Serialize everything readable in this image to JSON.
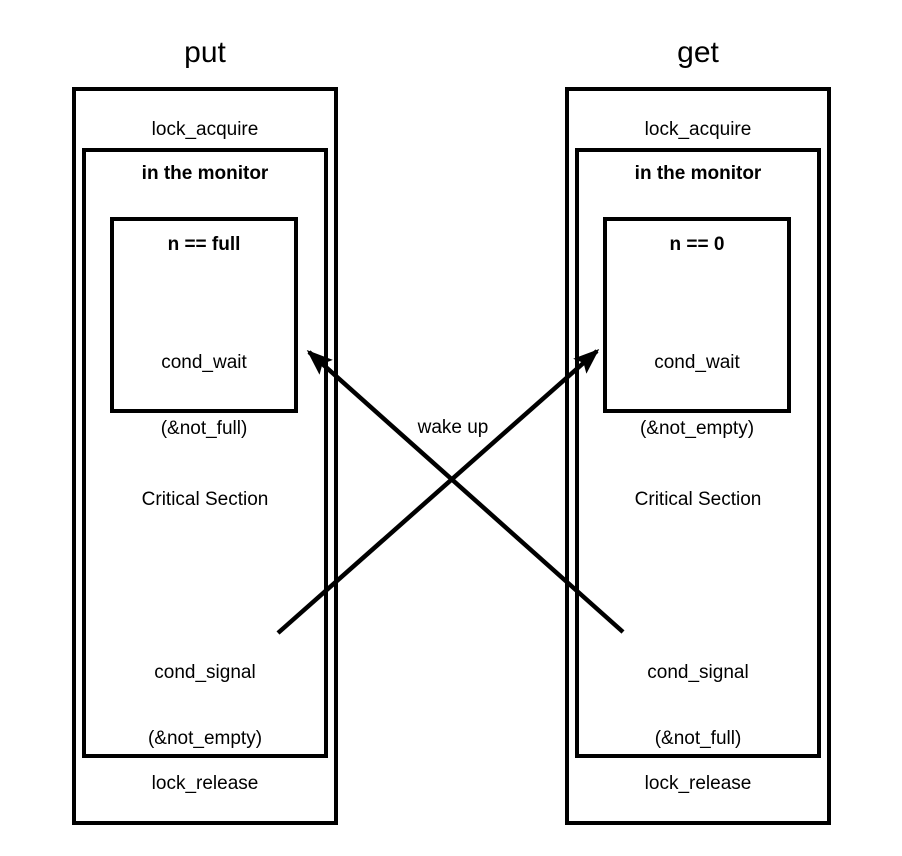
{
  "page": {
    "background_color": "#ffffff",
    "line_color": "#000000",
    "text_color": "#000000"
  },
  "arrow_label": "wake up",
  "columns": [
    {
      "title": "put",
      "lock_acquire_label": "lock_acquire",
      "monitor_label": "in the monitor",
      "condition_label": "n == full",
      "cond_wait_label": "cond_wait",
      "cond_wait_arg": "(&not_full)",
      "critical_section_label": "Critical Section",
      "cond_signal_label": "cond_signal",
      "cond_signal_arg": "(&not_empty)",
      "lock_release_label": "lock_release"
    },
    {
      "title": "get",
      "lock_acquire_label": "lock_acquire",
      "monitor_label": "in the monitor",
      "condition_label": "n == 0",
      "cond_wait_label": "cond_wait",
      "cond_wait_arg": "(&not_empty)",
      "critical_section_label": "Critical Section",
      "cond_signal_label": "cond_signal",
      "cond_signal_arg": "(&not_full)",
      "lock_release_label": "lock_release"
    }
  ]
}
